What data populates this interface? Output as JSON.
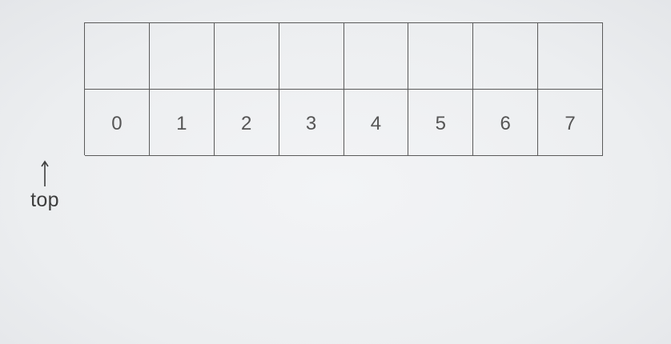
{
  "array": {
    "top_row": [
      "",
      "",
      "",
      "",
      "",
      "",
      "",
      ""
    ],
    "index_row": [
      "0",
      "1",
      "2",
      "3",
      "4",
      "5",
      "6",
      "7"
    ]
  },
  "pointer": {
    "label": "top",
    "icon": "up-arrow-icon"
  }
}
